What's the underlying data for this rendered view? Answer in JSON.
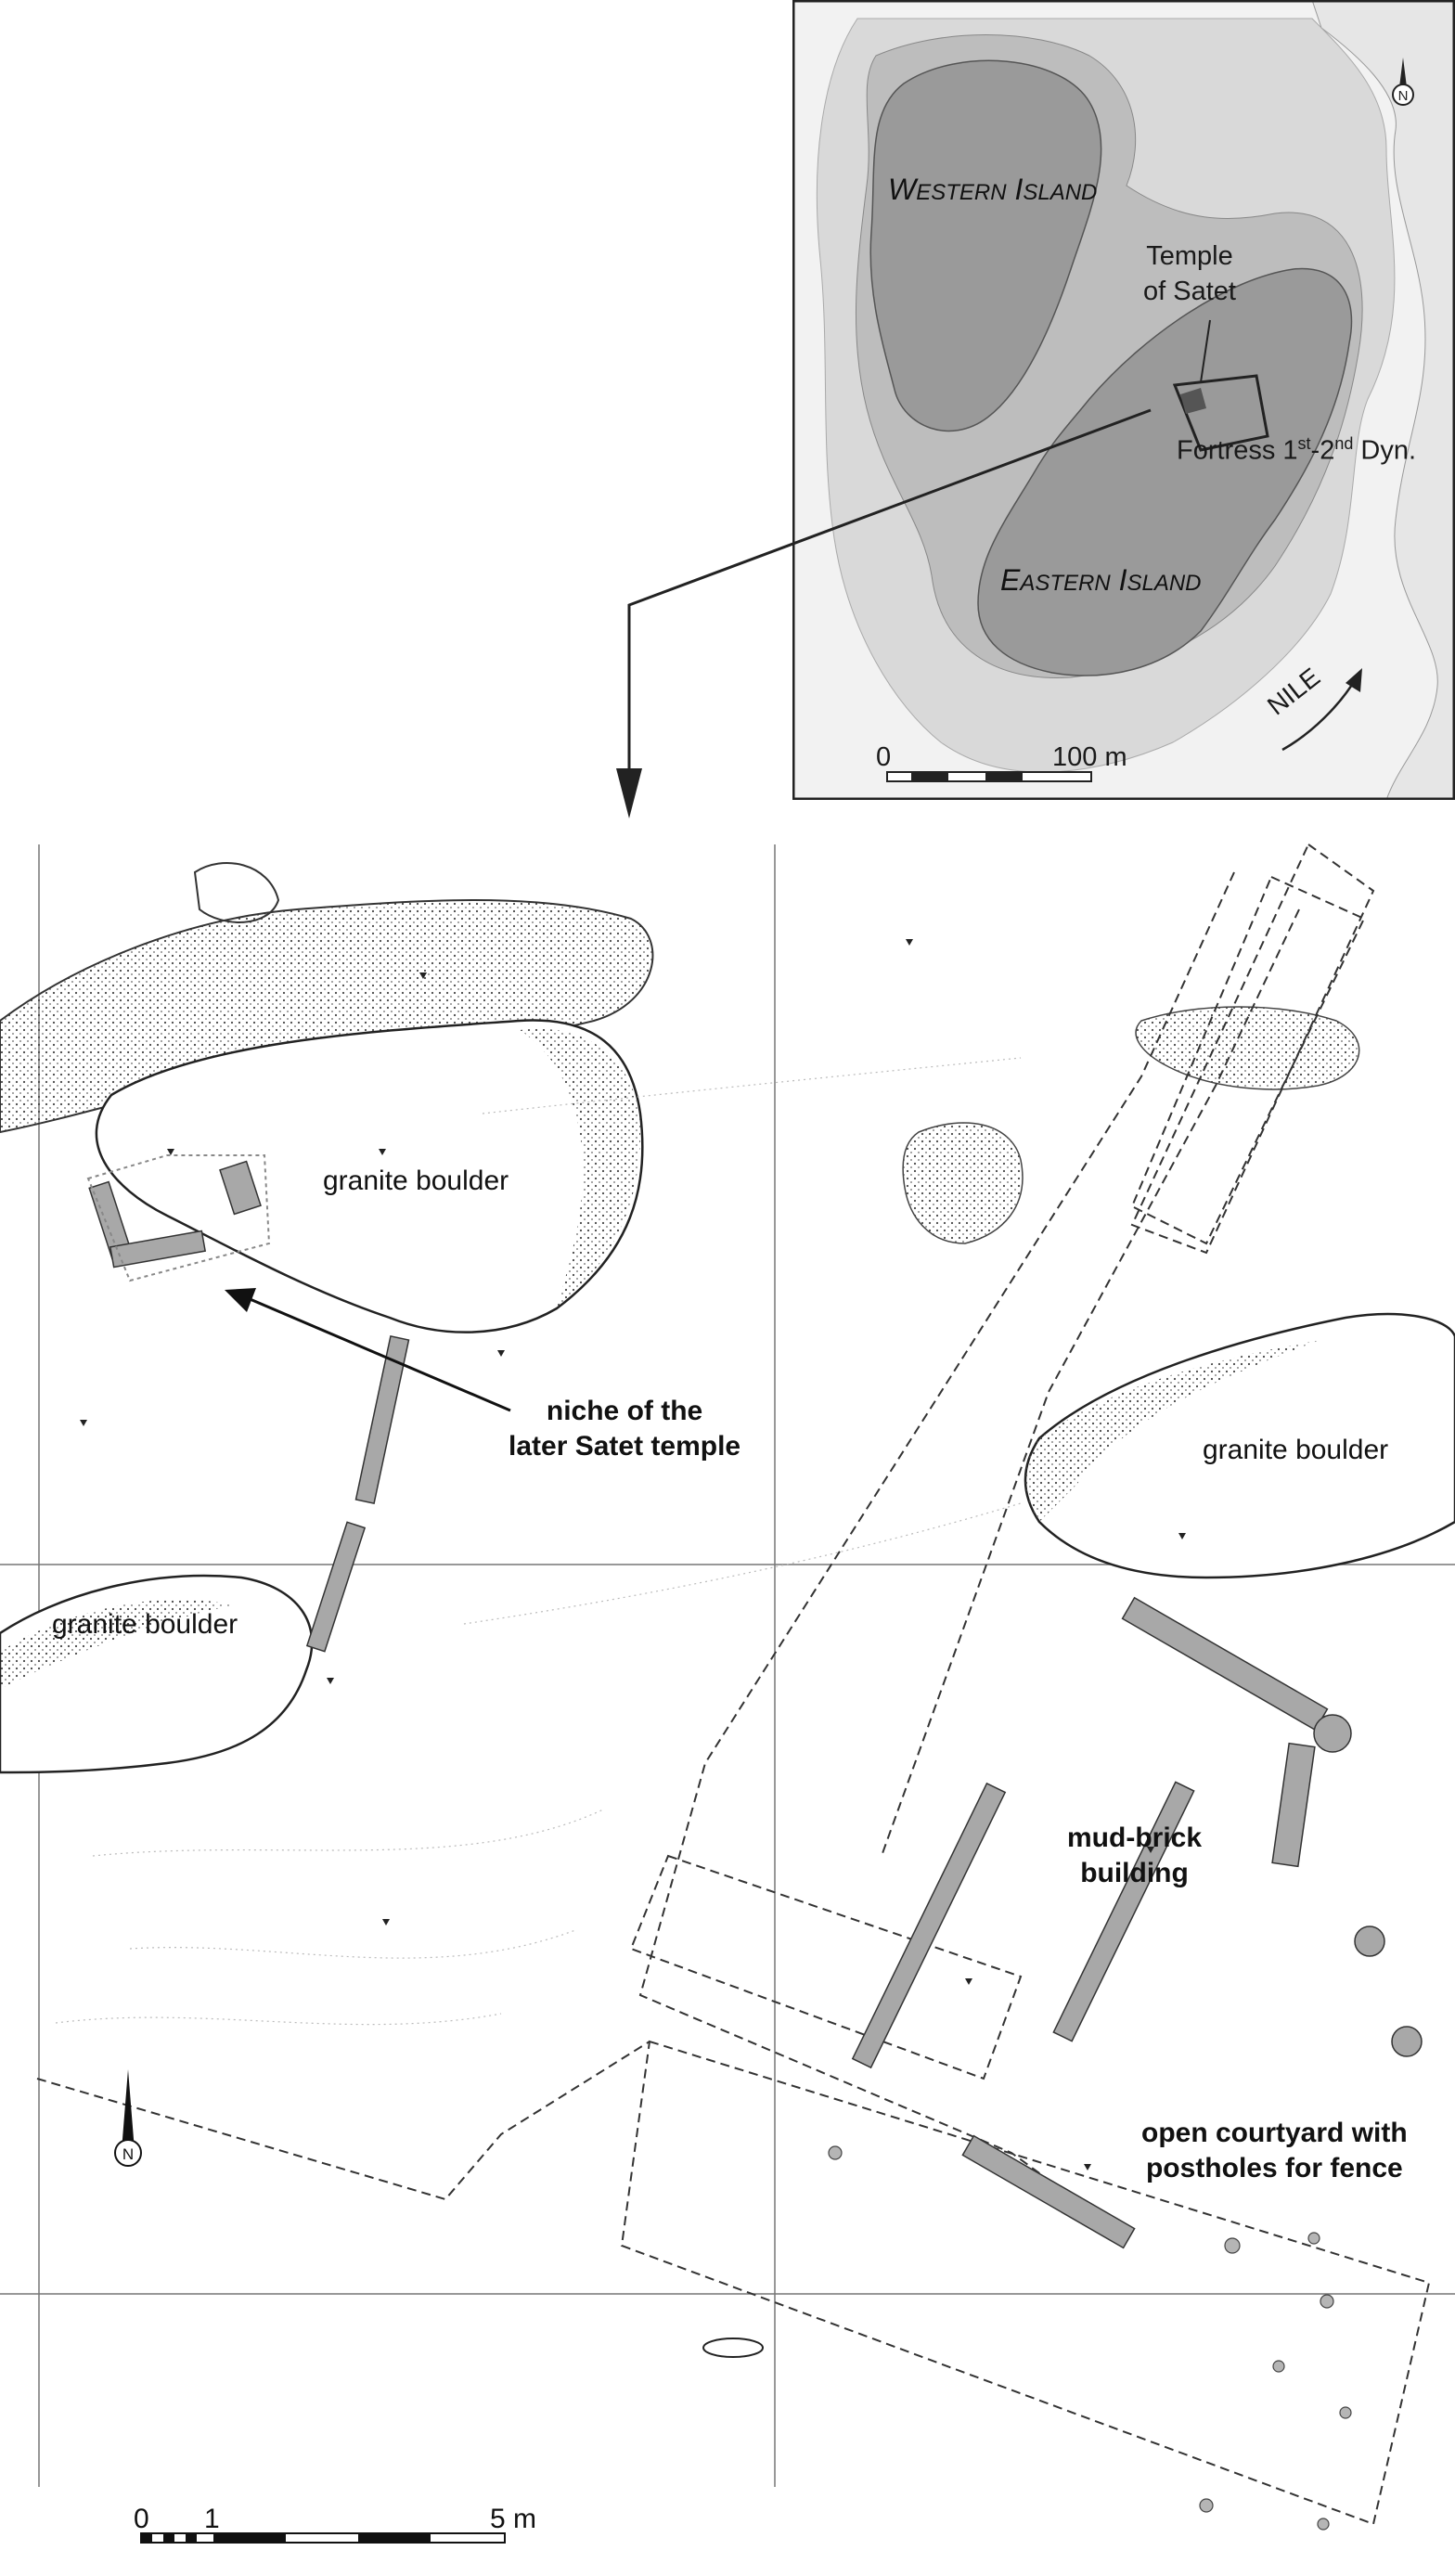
{
  "inset_map": {
    "western_island": {
      "first_cap": "W",
      "rest": "ESTERN",
      "first_cap2": "I",
      "rest2": "SLAND"
    },
    "eastern_island": {
      "first_cap": "E",
      "rest": "ASTERN",
      "first_cap2": "I",
      "rest2": "SLAND"
    },
    "temple_label_line1": "Temple",
    "temple_label_line2": "of Satet",
    "fortress_label_pre": "Fortress 1",
    "fortress_sup1": "st",
    "fortress_mid": "-2",
    "fortress_sup2": "nd",
    "fortress_post": " Dyn.",
    "river_label": "NILE",
    "scale_start": "0",
    "scale_end": "100 m",
    "north_symbol": "N"
  },
  "site_plan": {
    "boulder_label_1": "granite boulder",
    "boulder_label_2": "granite boulder",
    "boulder_label_3": "granite boulder",
    "niche_line1": "niche of the",
    "niche_line2": "later Satet temple",
    "mudbrick_line1": "mud-brick",
    "mudbrick_line2": "building",
    "courtyard_line1": "open courtyard with",
    "courtyard_line2": "postholes for fence",
    "scale_0": "0",
    "scale_1": "1",
    "scale_5": "5 m",
    "north_symbol": "N"
  },
  "colors": {
    "island_fill": "#9a9a9a",
    "shallow_fill": "#d9d9d9",
    "mid_fill": "#bdbdbd",
    "wall_fill": "#a8a8a8",
    "line": "#222222"
  }
}
